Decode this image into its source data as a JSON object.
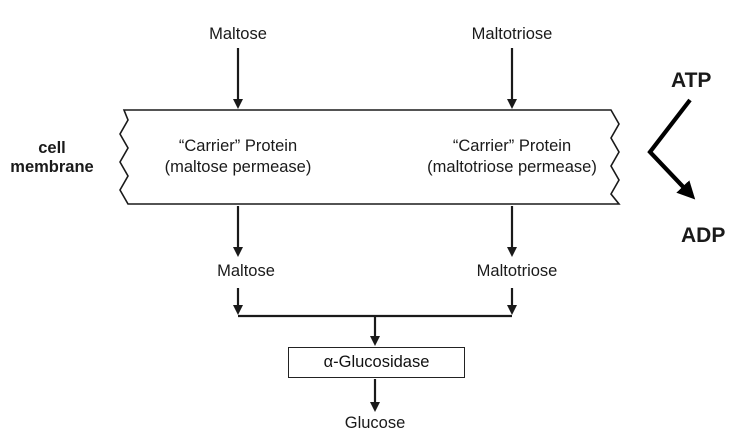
{
  "inputs": {
    "left": "Maltose",
    "right": "Maltotriose"
  },
  "membrane": {
    "label_line1": "cell",
    "label_line2": "membrane",
    "left_protein": {
      "line1": "“Carrier” Protein",
      "line2": "(maltose permease)"
    },
    "right_protein": {
      "line1": "“Carrier” Protein",
      "line2": "(maltotriose permease)"
    }
  },
  "energy": {
    "from": "ATP",
    "to": "ADP"
  },
  "outputs": {
    "left": "Maltose",
    "right": "Maltotriose"
  },
  "enzyme": "α-Glucosidase",
  "product": "Glucose"
}
